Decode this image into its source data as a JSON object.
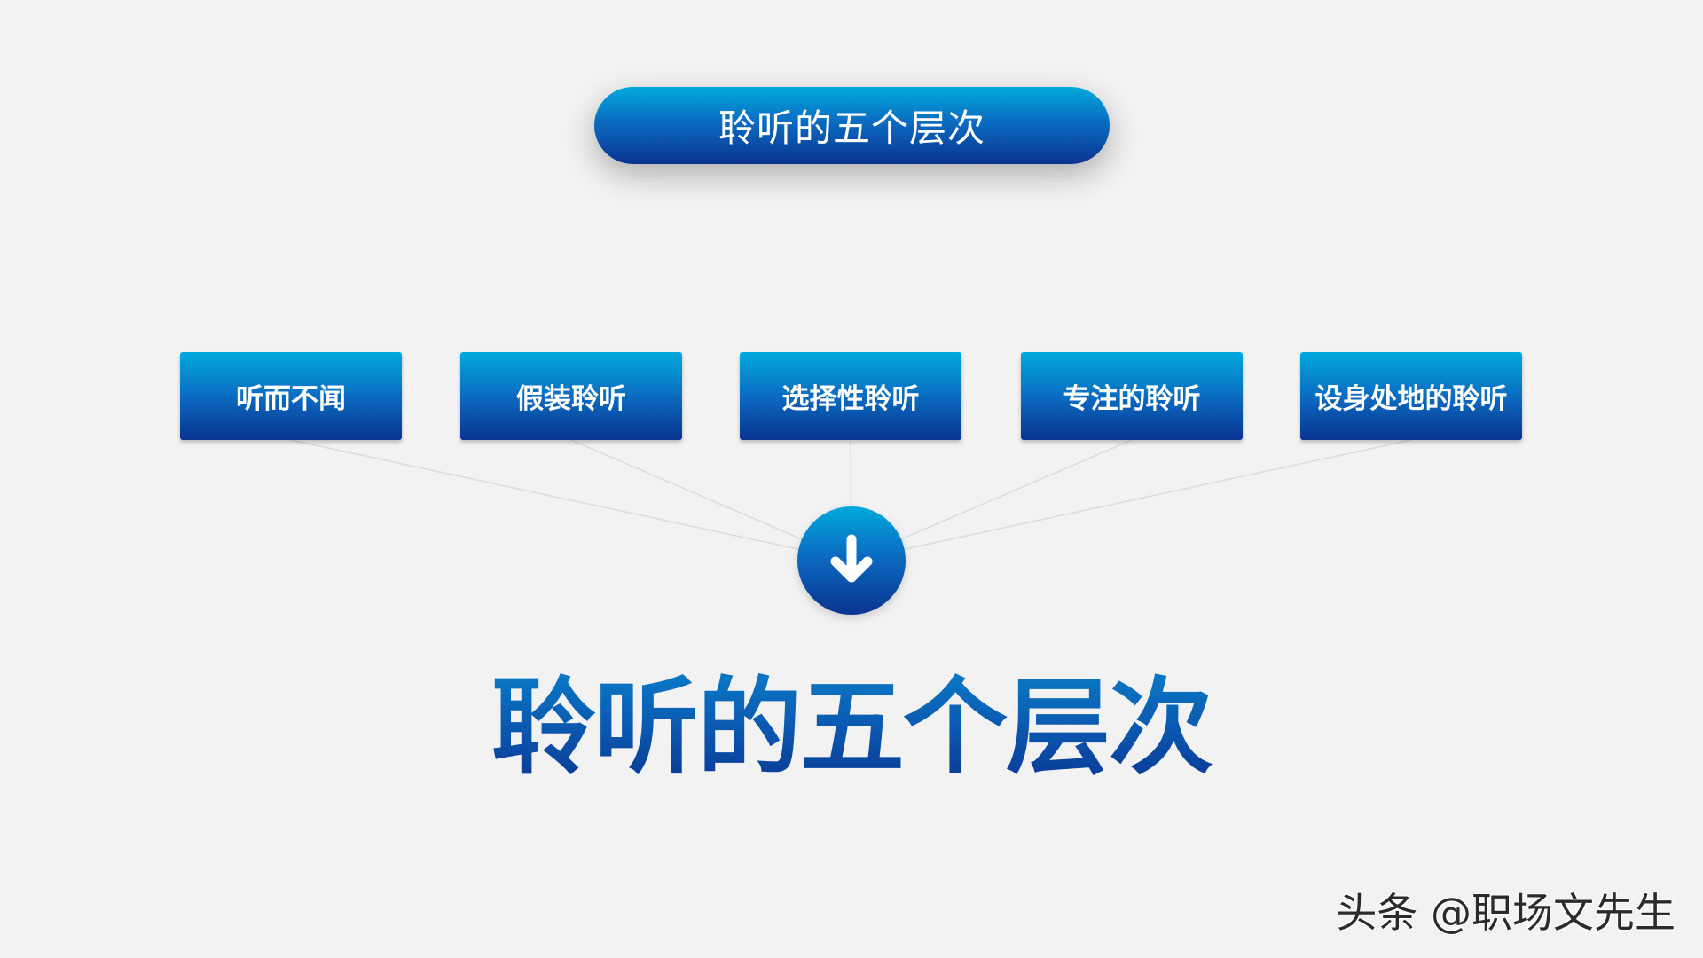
{
  "header": {
    "title": "聆听的五个层次"
  },
  "levels": [
    {
      "label": "听而不闻"
    },
    {
      "label": "假装聆听"
    },
    {
      "label": "选择性聆听"
    },
    {
      "label": "专注的聆听"
    },
    {
      "label": "设身处地的聆听"
    }
  ],
  "connector": {
    "icon": "arrow-down-icon"
  },
  "main": {
    "title": "聆听的五个层次"
  },
  "watermark": {
    "text": "头条 @职场文先生"
  },
  "colors": {
    "gradient_top": "#00a9dc",
    "gradient_bottom": "#0a3390",
    "background": "#f2f2f2",
    "connector_line": "#dcdcdc"
  }
}
